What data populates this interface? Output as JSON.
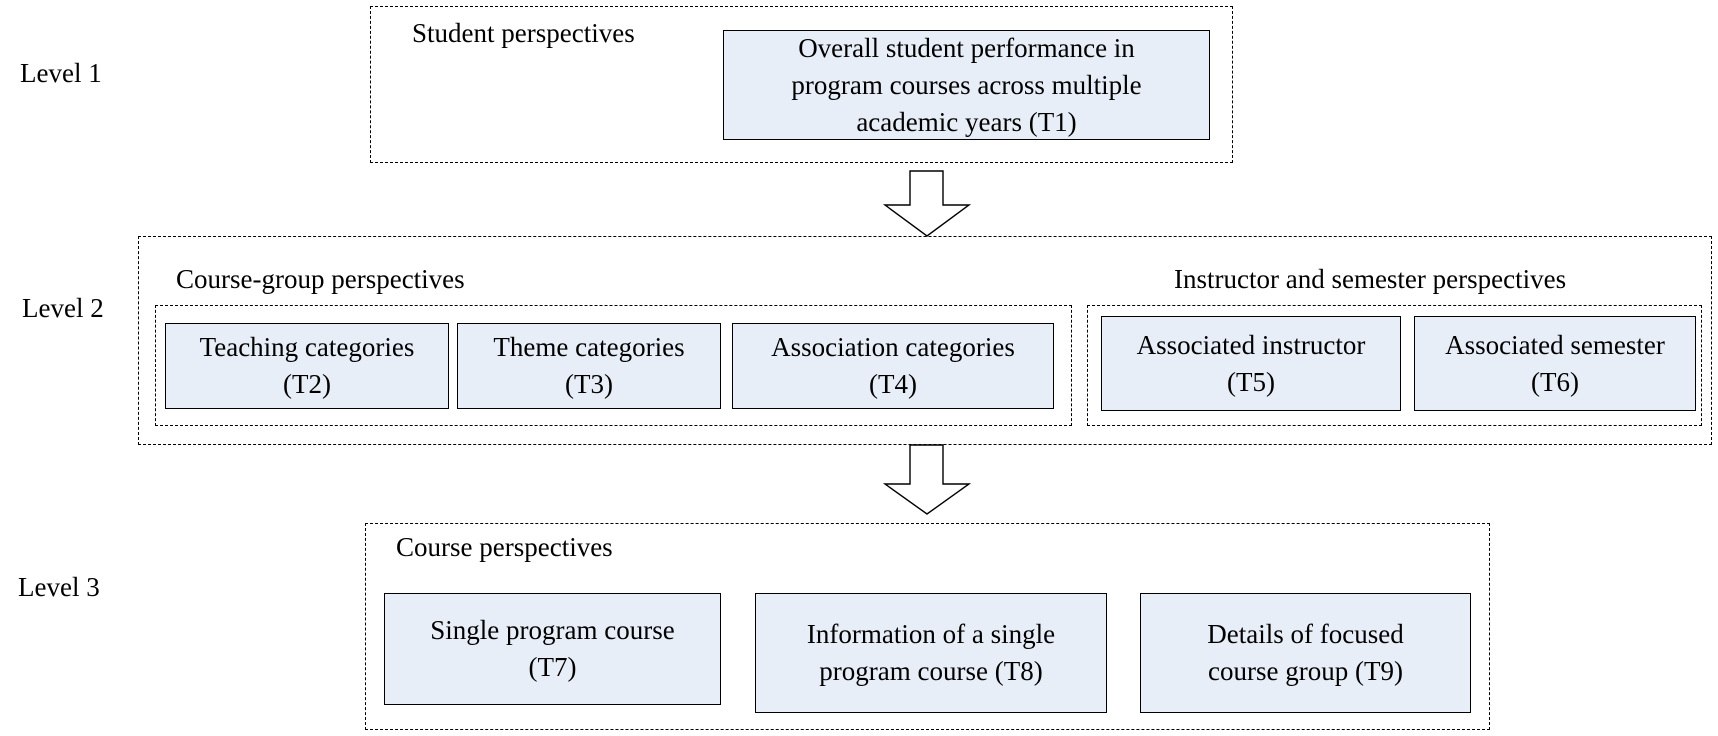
{
  "levels": {
    "level1": "Level 1",
    "level2": "Level 2",
    "level3": "Level 3"
  },
  "level1": {
    "group_title": "Student perspectives",
    "tasks": [
      {
        "label": "Overall student performance in\nprogram courses across multiple\nacademic years (T1)"
      }
    ]
  },
  "level2": {
    "course_group": {
      "title": "Course-group perspectives",
      "tasks": [
        {
          "label": "Teaching categories\n(T2)"
        },
        {
          "label": "Theme categories\n(T3)"
        },
        {
          "label": "Association categories\n(T4)"
        }
      ]
    },
    "instructor_semester": {
      "title": "Instructor and semester perspectives",
      "tasks": [
        {
          "label": "Associated instructor\n(T5)"
        },
        {
          "label": "Associated semester\n(T6)"
        }
      ]
    }
  },
  "level3": {
    "group_title": "Course perspectives",
    "tasks": [
      {
        "label": "Single program course\n(T7)"
      },
      {
        "label": "Information of a single\nprogram course (T8)"
      },
      {
        "label": "Details of focused\ncourse group (T9)"
      }
    ]
  },
  "colors": {
    "task_fill": "#e8eef8",
    "stroke": "#000000",
    "background": "#ffffff"
  }
}
